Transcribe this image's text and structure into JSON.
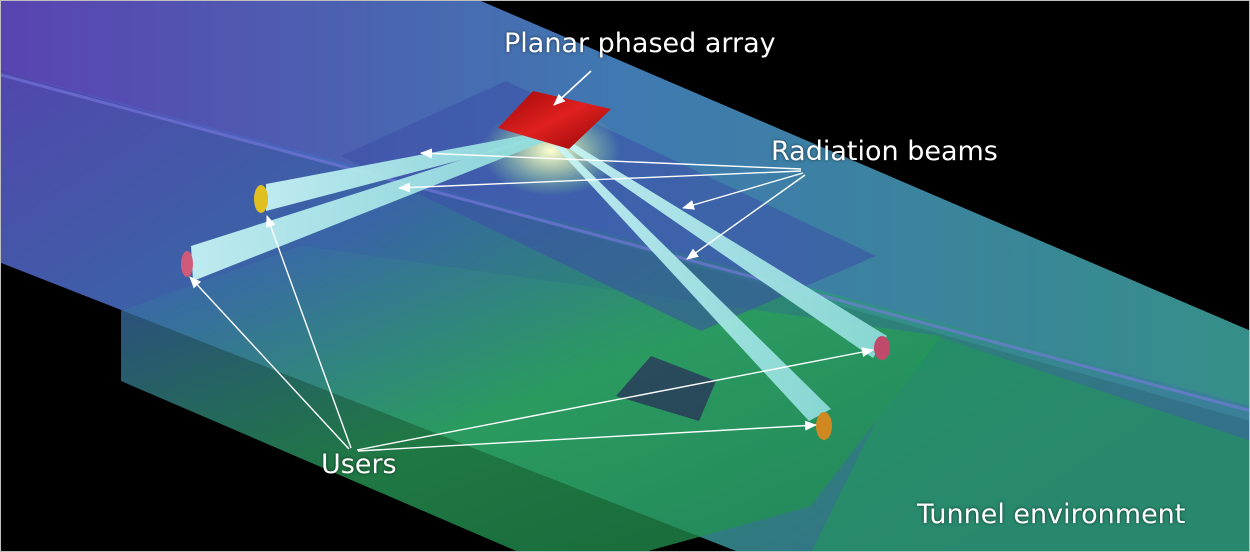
{
  "labels": {
    "planar_array": "Planar phased array",
    "radiation_beams": "Radiation beams",
    "users": "Users",
    "tunnel_environment": "Tunnel environment"
  },
  "colors": {
    "background": "#000000",
    "tunnel_blue": "#4a5fc0",
    "tunnel_green": "#1f9a55",
    "beam": "#a9ecec",
    "array": "#c01010",
    "annotation": "#ffffff"
  }
}
